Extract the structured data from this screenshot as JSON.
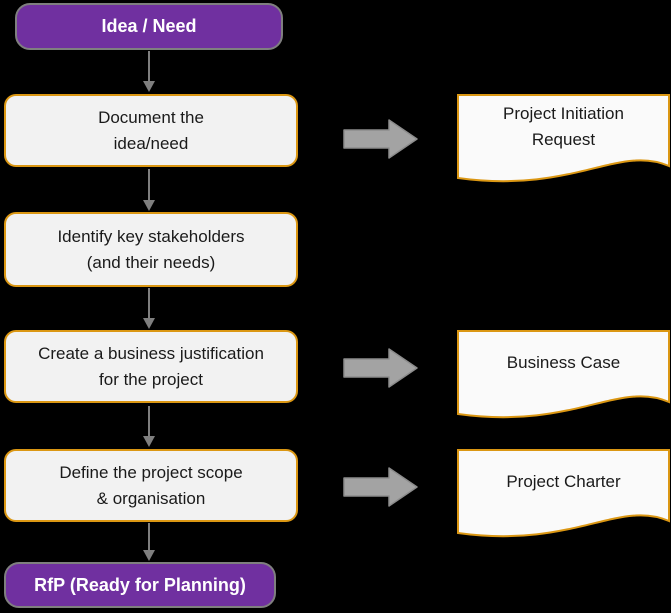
{
  "colors": {
    "background": "#000000",
    "terminal_fill": "#7030A0",
    "terminal_border": "#7F7F7F",
    "terminal_text": "#FFFFFF",
    "step_fill": "#F2F2F2",
    "step_border": "#DB9713",
    "step_text": "#1A1A1A",
    "doc_fill": "#FAFAFA",
    "doc_border": "#DB9713",
    "block_arrow_fill": "#A3A3A3",
    "block_arrow_border": "#8C8C8C",
    "connector_color": "#7F7F7F"
  },
  "flowchart": {
    "start_terminal": {
      "label": "Idea / Need"
    },
    "steps": [
      {
        "label": "Document the\nidea/need"
      },
      {
        "label": "Identify key stakeholders\n(and their needs)"
      },
      {
        "label": "Create a business justification\nfor the project"
      },
      {
        "label": "Define the project scope\n& organisation"
      }
    ],
    "documents": [
      {
        "label": "Project Initiation\nRequest"
      },
      {
        "label": "Business Case"
      },
      {
        "label": "Project Charter"
      }
    ],
    "end_terminal": {
      "label": "RfP (Ready for Planning)"
    }
  }
}
